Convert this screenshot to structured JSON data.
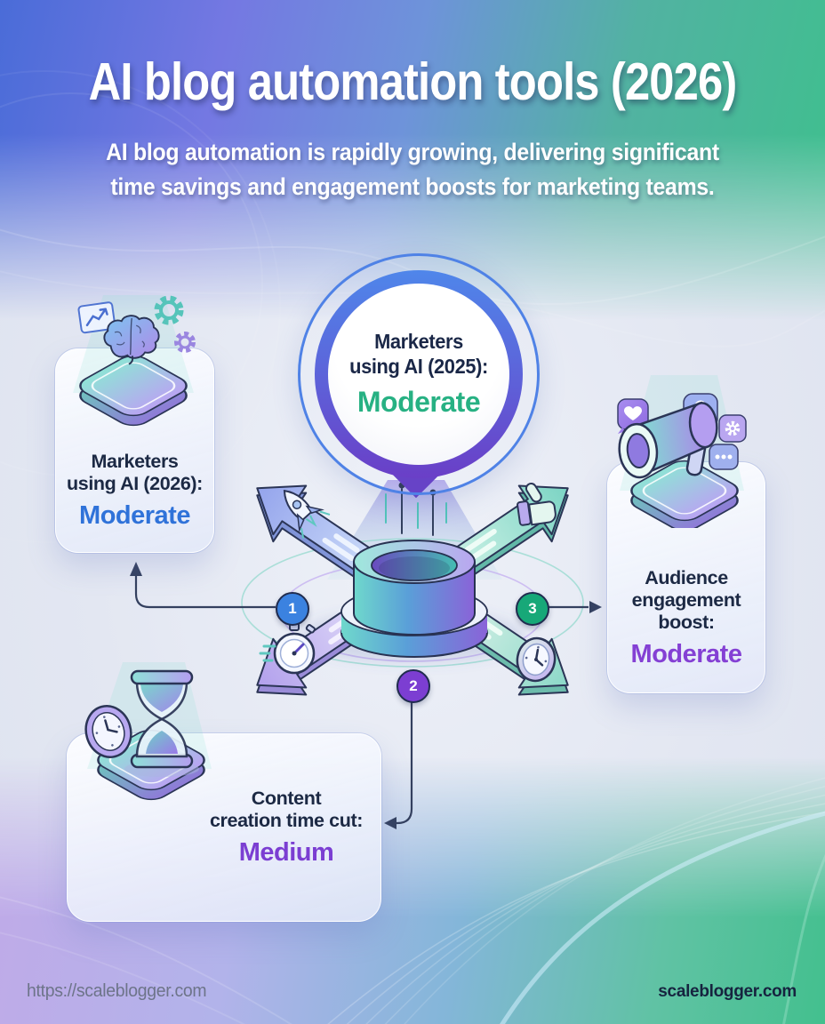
{
  "header": {
    "title": "AI blog automation tools (2026)",
    "subtitle_line1": "AI blog automation is rapidly growing, delivering significant",
    "subtitle_line2": "time savings and engagement boosts for marketing teams."
  },
  "center_stat": {
    "label_line1": "Marketers",
    "label_line2": "using AI (2025):",
    "value": "Moderate",
    "value_color": "#27b183"
  },
  "stats": {
    "left": {
      "label_line1": "Marketers",
      "label_line2": "using AI (2026):",
      "value": "Moderate",
      "value_color": "#2f72d9"
    },
    "bottom": {
      "label_line1": "Content",
      "label_line2": "creation time cut:",
      "value": "Medium",
      "value_color": "#7b3ed2"
    },
    "right": {
      "label_line1": "Audience",
      "label_line2": "engagement",
      "label_line3": "boost:",
      "value": "Moderate",
      "value_color": "#8440d4"
    }
  },
  "badges": [
    {
      "number": "1",
      "color": "#3b82e0"
    },
    {
      "number": "2",
      "color": "#7c3ed2"
    },
    {
      "number": "3",
      "color": "#17a878"
    }
  ],
  "icons": {
    "left_card": "brain-with-gears-and-chart",
    "bottom_card": "hourglass-with-clock",
    "right_card": "megaphone-with-social-bubbles",
    "hub": "isometric-podium",
    "arrow_icons": [
      "rocket",
      "thumbs-up",
      "stopwatch",
      "clock"
    ]
  },
  "palette": {
    "header_gradient": [
      "#4a6cd8",
      "#3ec08d"
    ],
    "footer_gradient": [
      "#c0aae8",
      "#43c08e"
    ],
    "bubble_ring": [
      "#4f86ea",
      "#6a3fc7"
    ],
    "hub_gradient": [
      "#6fd8cc",
      "#8a63d8"
    ],
    "text_navy": "#1c2944",
    "connector": "#34405f"
  },
  "footer": {
    "left_url": "https://scaleblogger.com",
    "right_brand": "scaleblogger.com"
  }
}
